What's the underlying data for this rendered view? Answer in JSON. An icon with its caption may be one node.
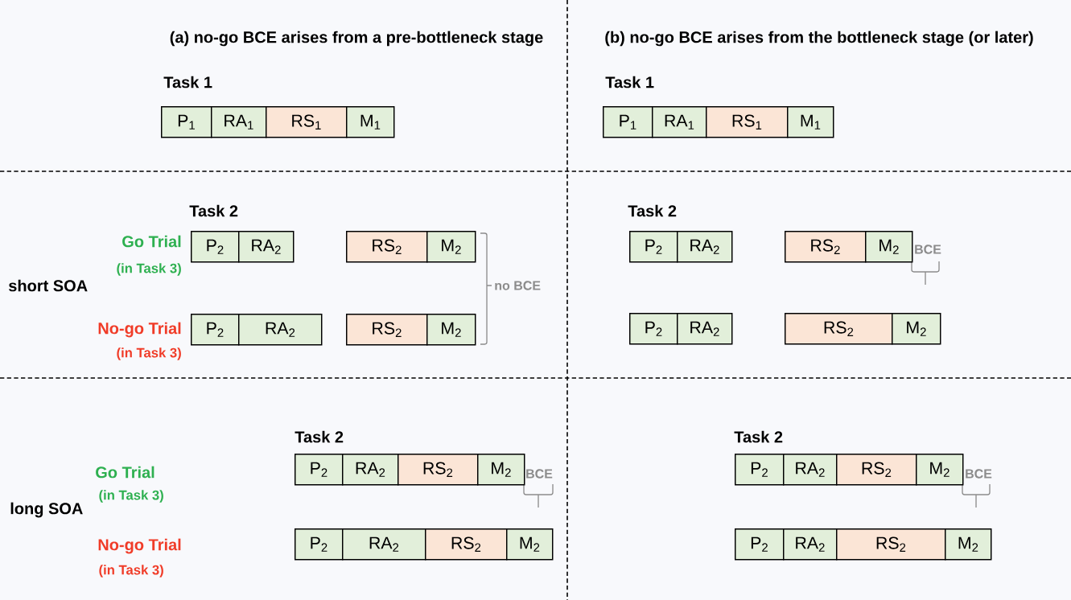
{
  "diagram": {
    "nodes": [
      {
        "text": [
          "P$_{1}$"
        ]
      },
      {
        "text": [
          "RA$_{1}$"
        ]
      },
      {
        "text": [
          "RS$_{1}$"
        ]
      },
      {
        "text": [
          "M$_{1}$"
        ]
      },
      {
        "text": [
          "P$_{1}$"
        ]
      },
      {
        "text": [
          "RA$_{1}$"
        ]
      },
      {
        "text": [
          "RS$_{1}$"
        ]
      },
      {
        "text": [
          "M$_{1}$"
        ]
      },
      {
        "text": [
          "P$_{2}$"
        ]
      },
      {
        "text": [
          "RA$_{2}$"
        ]
      },
      {
        "text": [
          "RS$_{2}$"
        ]
      },
      {
        "text": [
          "M$_{2}$"
        ]
      },
      {
        "text": [
          "P$_{2}$"
        ]
      },
      {
        "text": [
          "RA$_{2}$"
        ]
      },
      {
        "text": [
          "RS$_{2}$"
        ]
      },
      {
        "text": [
          "M$_{2}$"
        ]
      },
      {
        "text": [
          "P$_{2}$"
        ]
      },
      {
        "text": [
          "RA$_{2}$"
        ]
      },
      {
        "text": [
          "RS$_{2}$"
        ]
      },
      {
        "text": [
          "M$_{2}$"
        ]
      },
      {
        "text": [
          "P$_{2}$"
        ]
      },
      {
        "text": [
          "RA$_{2}$"
        ]
      },
      {
        "text": [
          "RS$_{2}$"
        ]
      },
      {
        "text": [
          "M$_{2}$"
        ]
      },
      {
        "text": [
          "P$_{2}$"
        ]
      },
      {
        "text": [
          "RA$_{2}$"
        ]
      },
      {
        "text": [
          "RS$_{2}$"
        ]
      },
      {
        "text": [
          "M$_{2}$"
        ]
      },
      {
        "text": [
          "P$_{2}$"
        ]
      },
      {
        "text": [
          "RA$_{2}$"
        ]
      },
      {
        "text": [
          "RS$_{2}$"
        ]
      },
      {
        "text": [
          "M$_{2}$"
        ]
      },
      {
        "text": [
          "P$_{2}$"
        ]
      },
      {
        "text": [
          "RA$_{2}$"
        ]
      },
      {
        "text": [
          "RS$_{2}$"
        ]
      },
      {
        "text": [
          "M$_{2}$"
        ]
      },
      {
        "text": [
          "P$_{2}$"
        ]
      },
      {
        "text": [
          "RA$_{2}$"
        ]
      },
      {
        "text": [
          "RS$_{2}$"
        ]
      },
      {
        "text": [
          "M$_{2}$"
        ]
      }
    ],
    "labels": [
      "(a) no-go BCE arises from a pre-bottleneck stage",
      "(b) no-go BCE arises from the bottleneck stage (or later)",
      "Task 1",
      "Task 1",
      "Task 2",
      "Task 2",
      "Go Trial",
      "(in Task 3)",
      "BCE",
      "short SOA",
      "no BCE",
      "No-go Trial",
      "(in Task 3)",
      "Task 2",
      "Task 2",
      "Go Trial",
      "(in Task 3)",
      "BCE",
      "BCE",
      "long SOA",
      "No-go Trial",
      "(in Task 3)"
    ]
  }
}
